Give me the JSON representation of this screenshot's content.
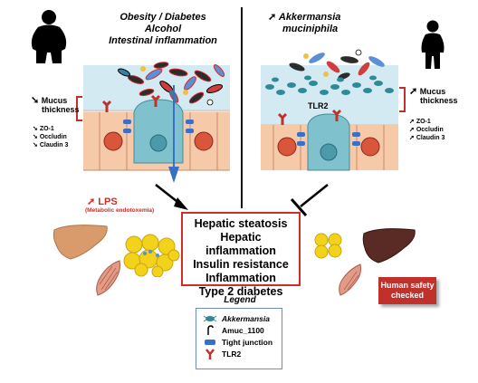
{
  "left_panel": {
    "title_lines": [
      "Obesity / Diabetes",
      "Alcohol",
      "Intestinal inflammation"
    ],
    "mucus_label": [
      "Mucus",
      "thickness"
    ],
    "proteins": [
      "ZO-1",
      "Occludin",
      "Claudin 3"
    ],
    "lps_label": "LPS",
    "lps_sub": "(Metabolic endotoxemia)"
  },
  "right_panel": {
    "title_lines": [
      "Akkermansia",
      "muciniphila"
    ],
    "tlr2_label": "TLR2",
    "mucus_label": [
      "Mucus",
      "thickness"
    ],
    "proteins": [
      "ZO-1",
      "Occludin",
      "Claudin 3"
    ]
  },
  "outcomes": [
    "Hepatic steatosis",
    "Hepatic inflammation",
    "Insulin resistance",
    "Inflammation",
    "Type 2 diabetes"
  ],
  "legend": {
    "title": "Legend",
    "items": [
      {
        "label": "Akkermansia",
        "icon": "akkermansia-icon"
      },
      {
        "label": "Amuc_1100",
        "icon": "amuc-icon"
      },
      {
        "label": "Tight junction",
        "icon": "tight-junction-icon"
      },
      {
        "label": "TLR2",
        "icon": "tlr2-icon"
      }
    ]
  },
  "badge": {
    "line1": "Human safety",
    "line2": "checked"
  },
  "colors": {
    "red": "#d32a2a",
    "badge": "#c0312b",
    "legend_border": "#6b8cc7",
    "cell": "#f6c9a8",
    "nucleus": "#d9553c",
    "receptor_cell": "#7fc1cc",
    "mucus": "#cfe7f0"
  }
}
